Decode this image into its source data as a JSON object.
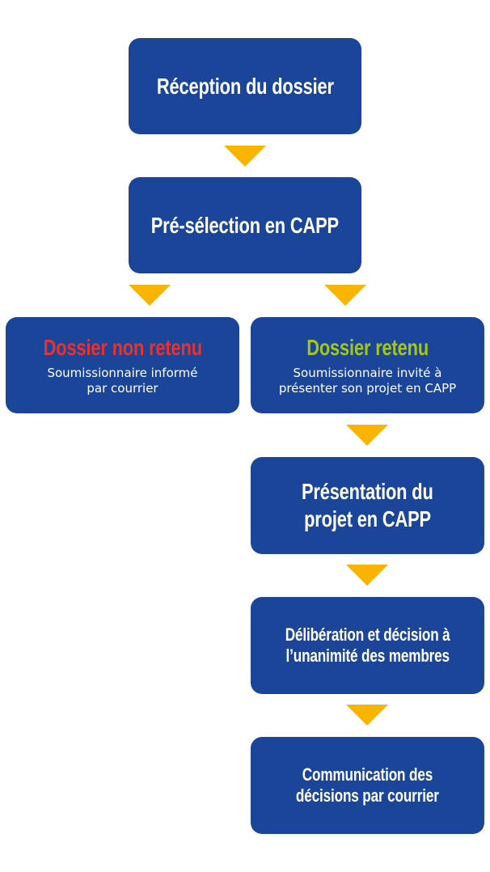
{
  "colors": {
    "box": "#1a4599",
    "arrow": "#f9b400",
    "rejected": "#e8322f",
    "accepted": "#a4c61a",
    "text": "#ffffff"
  },
  "steps": {
    "reception": {
      "title": "Réception du dossier"
    },
    "preselection": {
      "title": "Pré-sélection en CAPP"
    },
    "rejected": {
      "title": "Dossier non retenu",
      "subtitle_line1": "Soumissionnaire informé",
      "subtitle_line2": "par courrier"
    },
    "accepted": {
      "title": "Dossier retenu",
      "subtitle_line1": "Soumissionnaire invité à",
      "subtitle_line2": "présenter son projet en CAPP"
    },
    "presentation": {
      "title_line1": "Présentation du",
      "title_line2": "projet en CAPP"
    },
    "deliberation": {
      "title_line1": "Délibération et décision à",
      "title_line2": "l’unanimité des membres"
    },
    "communication": {
      "title_line1": "Communication des",
      "title_line2": "décisions par courrier"
    }
  },
  "icons": {
    "connector": "down-triangle-arrow"
  }
}
